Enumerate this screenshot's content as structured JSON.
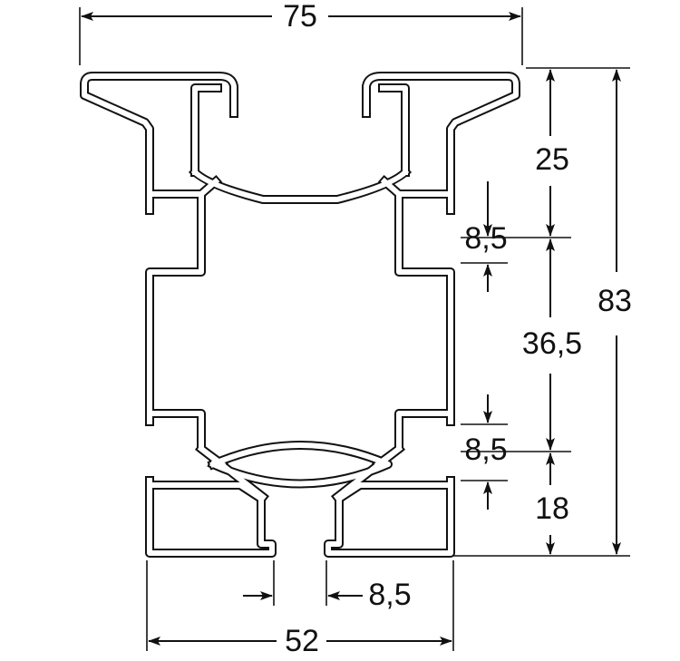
{
  "dimensions": {
    "overall_width": "75",
    "base_width": "52",
    "overall_height": "83",
    "top_section": "25",
    "upper_slot": "8,5",
    "middle_section": "36,5",
    "lower_slot": "8,5",
    "bottom_section": "18",
    "bottom_slot": "8,5"
  },
  "colors": {
    "line": "#111111",
    "background": "#ffffff"
  }
}
